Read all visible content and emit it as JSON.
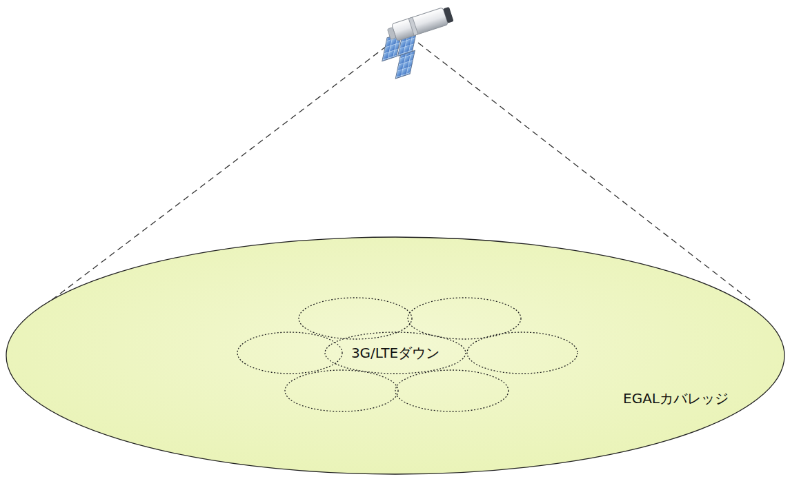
{
  "diagram": {
    "nodes": [
      {
        "text": [
          "EGALカバレッジ"
        ]
      },
      {
        "text": [
          "3G/LTEダウン"
        ],
        "in": 0
      }
    ]
  }
}
